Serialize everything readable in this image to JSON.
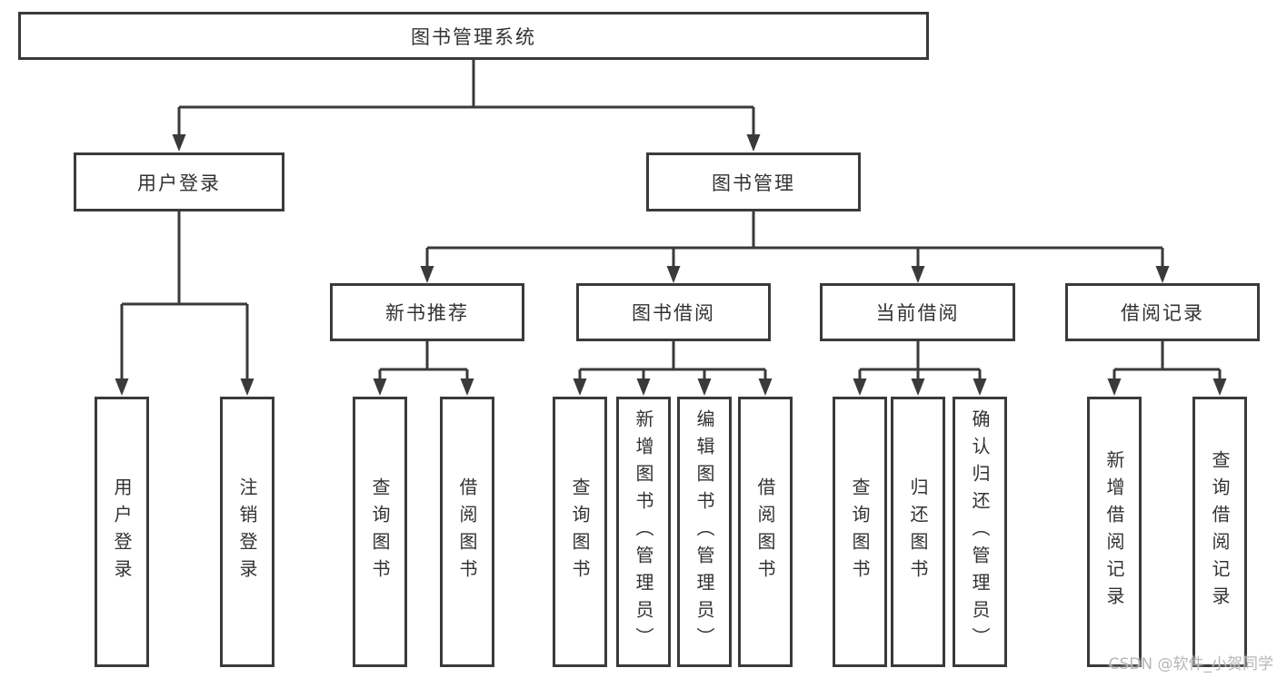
{
  "tree": {
    "root": "图书管理系统",
    "branches": [
      {
        "label": "用户登录",
        "children": [
          "用户登录",
          "注销登录"
        ]
      },
      {
        "label": "图书管理",
        "children": [
          {
            "label": "新书推荐",
            "children": [
              "查询图书",
              "借阅图书"
            ]
          },
          {
            "label": "图书借阅",
            "children": [
              "查询图书",
              "新增图书（管理员）",
              "编辑图书（管理员）",
              "借阅图书"
            ]
          },
          {
            "label": "当前借阅",
            "children": [
              "查询图书",
              "归还图书",
              "确认归还（管理员）"
            ]
          },
          {
            "label": "借阅记录",
            "children": [
              "新增借阅记录",
              "查询借阅记录"
            ]
          }
        ]
      }
    ]
  },
  "watermark": {
    "text": "CSDN @软件_小贺同学"
  },
  "colors": {
    "line": "#3a3a3a",
    "box_border": "#3a3a3a",
    "text": "#323232",
    "watermark": "#b6b6b6",
    "background": "#ffffff"
  }
}
